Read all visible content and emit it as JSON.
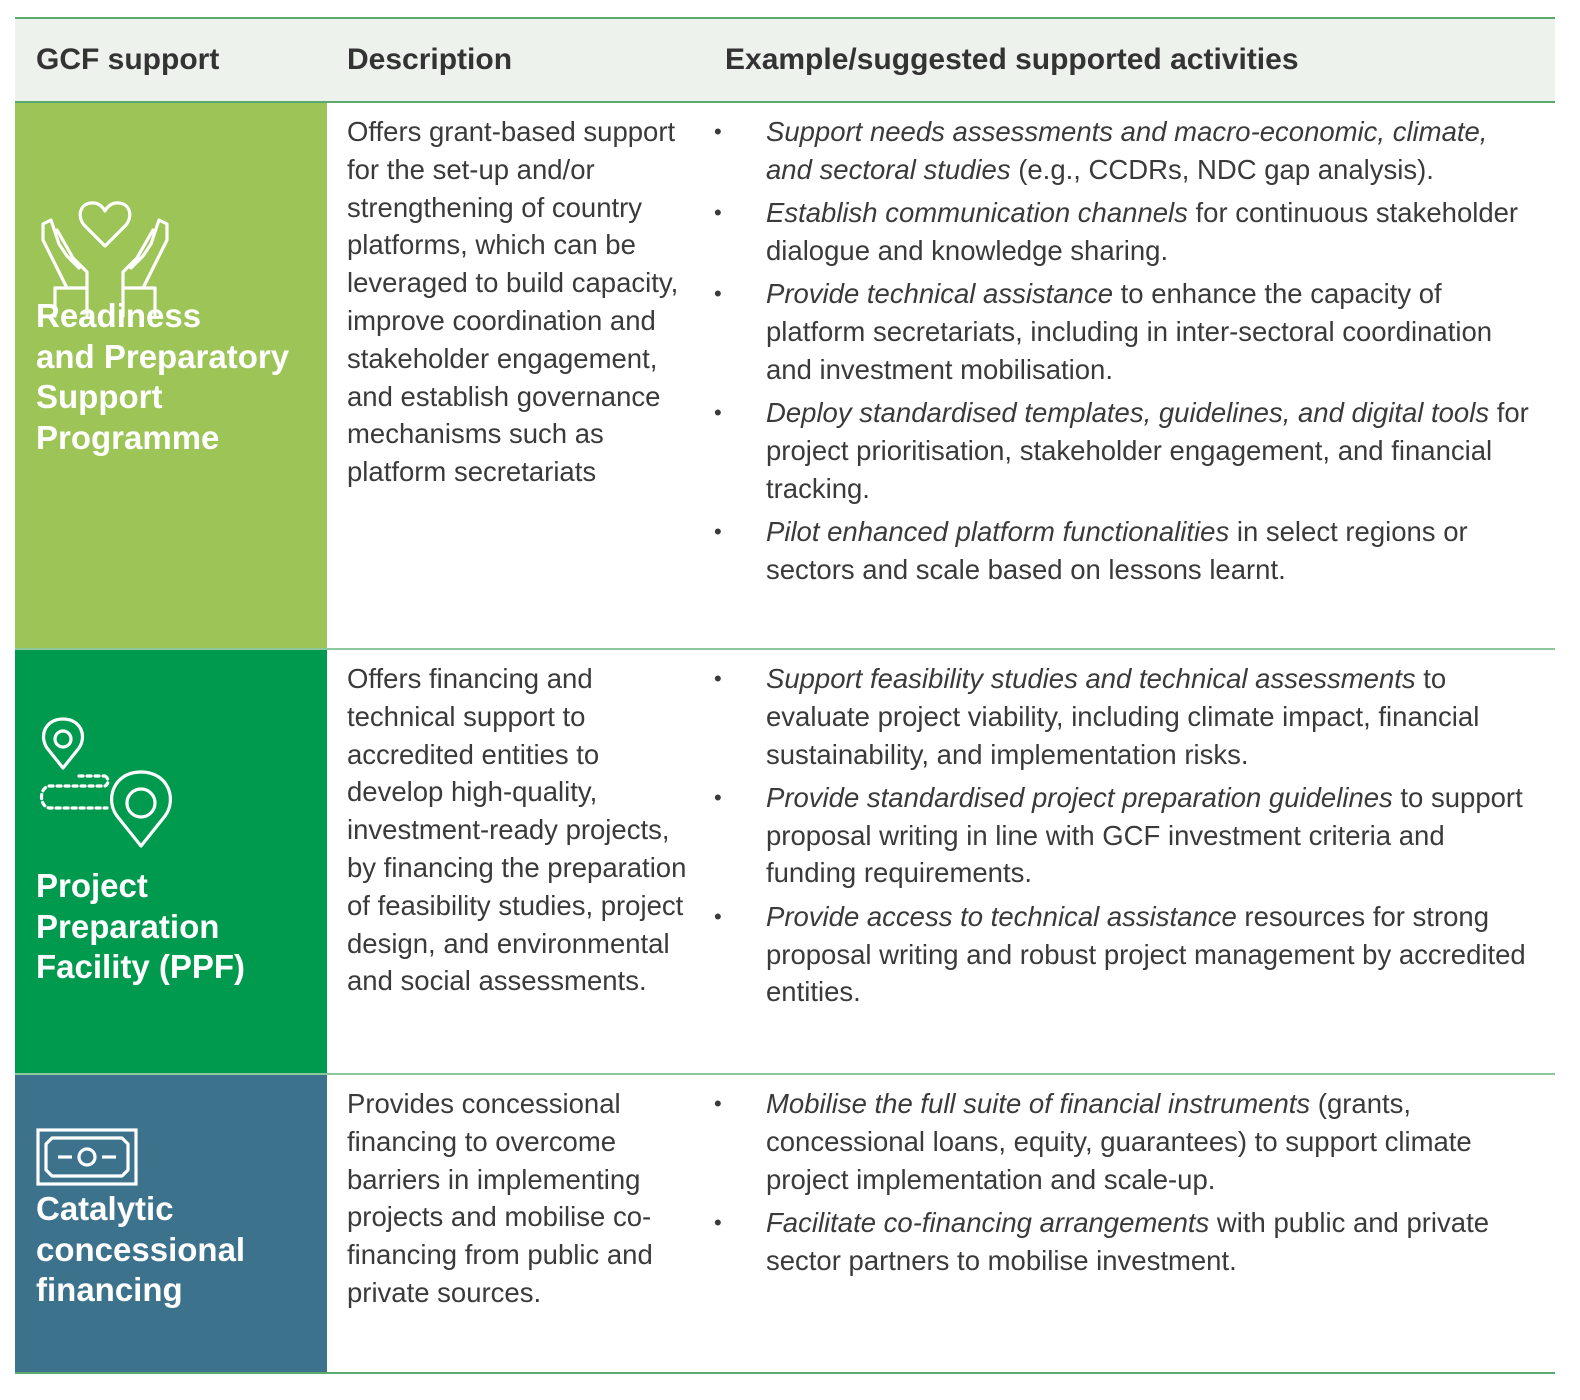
{
  "header": {
    "col1": "GCF support",
    "col2": "Description",
    "col3": "Example/suggested supported activities"
  },
  "rows": [
    {
      "support": "Readiness and Preparatory Support Programme",
      "support_lines": [
        "Readiness",
        "and Preparatory",
        "Support",
        "Programme"
      ],
      "icon": "hands-heart-icon",
      "color": "#9cc457",
      "description": "Offers grant-based support for the set-up and/or strengthening of country platforms, which can be leveraged to build capacity, improve coordination and stakeholder engagement, and establish governance mechanisms such as platform secretariats",
      "activities": [
        {
          "italic": "Support needs assessments and macro-economic, climate, and sectoral studies",
          "rest": " (e.g., CCDRs, NDC gap analysis)."
        },
        {
          "italic": "Establish communication channels",
          "rest": " for continuous stakeholder dialogue and knowledge sharing."
        },
        {
          "italic": "Provide technical assistance",
          "rest": " to enhance the capacity of platform secretariats, including in inter-sectoral coordination and investment mobilisation."
        },
        {
          "italic": "Deploy standardised templates, guidelines, and digital tools",
          "rest": " for project prioritisation, stakeholder engagement, and financial tracking."
        },
        {
          "italic": "Pilot enhanced platform functionalities",
          "rest": " in select regions or sectors and scale based on lessons learnt."
        }
      ]
    },
    {
      "support": "Project Preparation Facility (PPF)",
      "support_lines": [
        "Project",
        "Preparation",
        "Facility (PPF)"
      ],
      "icon": "map-pins-route-icon",
      "color": "#009a4e",
      "description": "Offers financing and technical support to accredited entities to develop high-quality, investment-ready projects, by financing the preparation of feasibility studies, project design, and environmental and social assessments.",
      "activities": [
        {
          "italic": "Support feasibility studies and technical assessments",
          "rest": " to evaluate project viability, including climate impact, financial sustainability, and implementation risks."
        },
        {
          "italic": "Provide standardised project preparation guidelines",
          "rest": " to support proposal writing in line with GCF investment criteria and funding requirements."
        },
        {
          "italic": "Provide access to technical assistance",
          "rest": " resources for strong proposal writing and robust project management by accredited entities."
        }
      ]
    },
    {
      "support": "Catalytic concessional financing",
      "support_lines": [
        "Catalytic",
        "concessional",
        "financing"
      ],
      "icon": "banknote-icon",
      "color": "#3d728c",
      "description": "Provides concessional financing to overcome barriers in implementing projects and mobilise co-financing from public and private sources.",
      "activities": [
        {
          "italic": "Mobilise the full suite of financial instruments",
          "rest": " (grants, concessional loans, equity, guarantees) to support climate project implementation and scale-up."
        },
        {
          "italic": "Facilitate co-financing arrangements",
          "rest": " with public and private sector partners to mobilise investment."
        }
      ]
    }
  ],
  "bullet_glyph": "•"
}
